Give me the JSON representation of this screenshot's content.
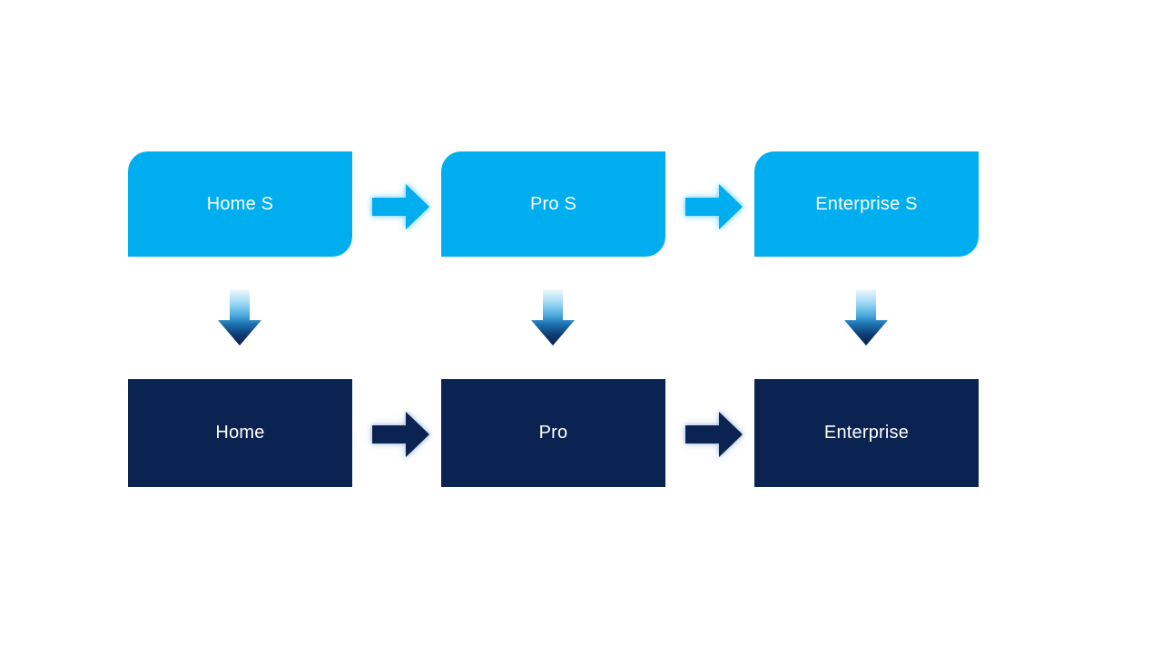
{
  "diagram": {
    "title": "",
    "type": "process-upgrade-flow",
    "colors": {
      "background": "#FFFFFF",
      "top_node_fill": "#00AEEF",
      "bottom_node_fill": "#0A2351",
      "node_text": "#FFFFFF",
      "light_arrow_fill": "#00AEEF",
      "dark_arrow_fill": "#0A2351",
      "down_arrow_gradient_top": "#EAF6FD",
      "down_arrow_gradient_bottom": "#0A2351"
    },
    "top_row": [
      {
        "label": "Home S"
      },
      {
        "label": "Pro S"
      },
      {
        "label": "Enterprise S"
      }
    ],
    "bottom_row": [
      {
        "label": "Home"
      },
      {
        "label": "Pro"
      },
      {
        "label": "Enterprise"
      }
    ],
    "connections": [
      {
        "from": "Home S",
        "to": "Pro S",
        "shape": "right-arrow",
        "style": "light-blue-glow"
      },
      {
        "from": "Pro S",
        "to": "Enterprise S",
        "shape": "right-arrow",
        "style": "light-blue-glow"
      },
      {
        "from": "Home",
        "to": "Pro",
        "shape": "right-arrow",
        "style": "dark-navy-glow"
      },
      {
        "from": "Pro",
        "to": "Enterprise",
        "shape": "right-arrow",
        "style": "dark-navy-glow"
      },
      {
        "from": "Home S",
        "to": "Home",
        "shape": "down-arrow",
        "style": "light-to-dark-gradient"
      },
      {
        "from": "Pro S",
        "to": "Pro",
        "shape": "down-arrow",
        "style": "light-to-dark-gradient"
      },
      {
        "from": "Enterprise S",
        "to": "Enterprise",
        "shape": "down-arrow",
        "style": "light-to-dark-gradient"
      }
    ]
  }
}
